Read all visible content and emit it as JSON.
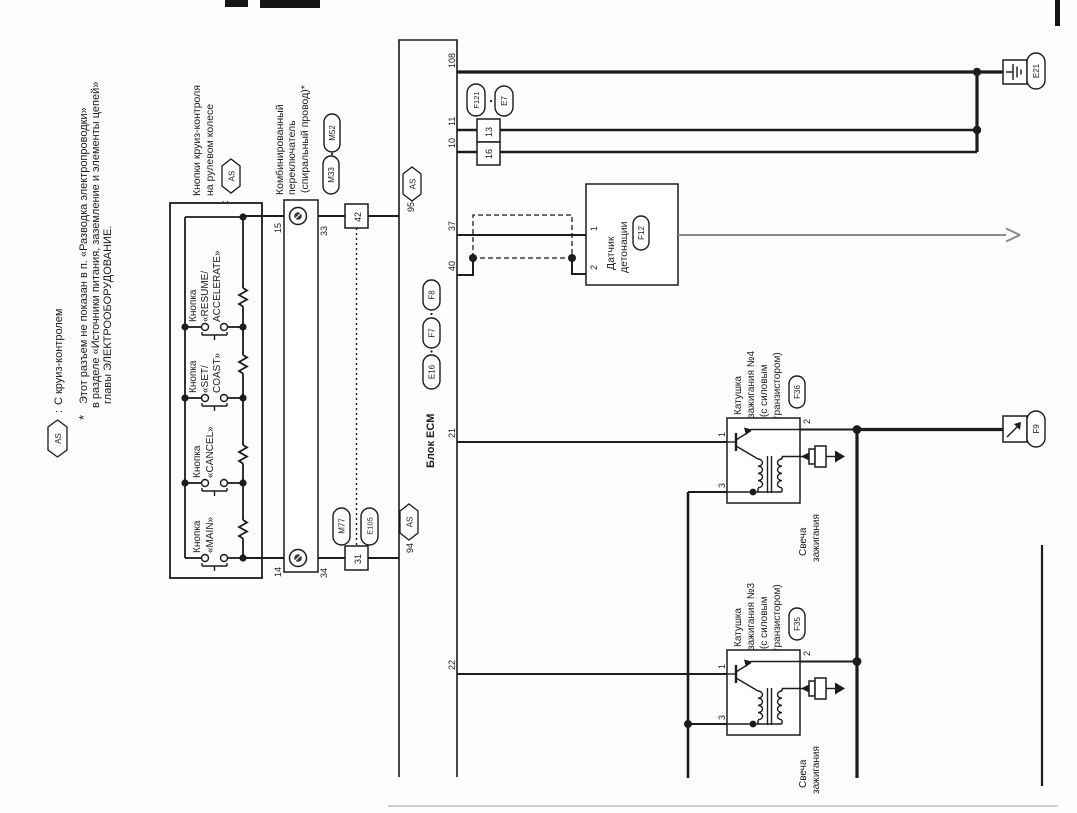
{
  "legend": {
    "as_badge": "AS",
    "colon": ":",
    "with_cruise": "С круиз-контролем",
    "star": "*",
    "note_line1": "Этот разъем не показан в п. «Разводка электропроводки»",
    "note_line2": "в разделе «Источники питания, заземление и элементы цепей»",
    "note_line3": "главы ЭЛЕКТРООБОРУДОВАНИЕ."
  },
  "steering_buttons": {
    "title_line1": "Кнопки круиз-контроля",
    "title_line2": "на рулевом колесе",
    "as_badge": "AS",
    "resume": {
      "l1": "Кнопка",
      "l2": "«RESUME/",
      "l3": "ACCELERATE»"
    },
    "set": {
      "l1": "Кнопка",
      "l2": "«SET/",
      "l3": "COAST»"
    },
    "cancel": {
      "l1": "Кнопка",
      "l2": "«CANCEL»"
    },
    "main": {
      "l1": "Кнопка",
      "l2": "«MAIN»"
    }
  },
  "spiral_switch": {
    "title_line1": "Комбинированный",
    "title_line2": "переключатель",
    "title_line3": "(спиральный провод)*",
    "conn_a": "M33",
    "conn_b": "M52",
    "pin15": "15",
    "pin33": "33",
    "pin14": "14",
    "pin34": "34",
    "inline42": "42",
    "inline31": "31",
    "conn_m77": "M77",
    "conn_e105": "E105"
  },
  "ecm": {
    "title": "Блок ECM",
    "conn_e16": "E16",
    "conn_f7": "F7",
    "conn_f8": "F8",
    "as_badge": "AS",
    "pin108": "108",
    "pin11": "11",
    "pin10": "10",
    "pin95": "95",
    "pin37": "37",
    "pin40": "40",
    "pin21": "21",
    "pin94": "94",
    "pin22": "22"
  },
  "inline_joint": {
    "pin13": "13",
    "pin16": "16",
    "conn_f121": "F121",
    "conn_e7": "E7"
  },
  "knock_sensor": {
    "line1": "Датчик",
    "line2": "детонации",
    "conn": "F12",
    "pin1": "1",
    "pin2": "2"
  },
  "ignition_coil_4": {
    "line1": "Катушка",
    "line2": "зажигания №4",
    "line3": "(с силовым",
    "line4": "транзистором)",
    "conn": "F36",
    "pin1": "1",
    "pin2": "2",
    "pin3": "3"
  },
  "ignition_coil_3": {
    "line1": "Катушка",
    "line2": "зажигания №3",
    "line3": "(с силовым",
    "line4": "транзистором)",
    "conn": "F35",
    "pin1": "1",
    "pin2": "2",
    "pin3": "3"
  },
  "spark_plug_4": {
    "line1": "Свеча",
    "line2": "зажигания"
  },
  "spark_plug_3": {
    "line1": "Свеча",
    "line2": "зажигания"
  },
  "ground": {
    "conn_e21": "E21"
  },
  "power": {
    "conn_f9": "F9"
  }
}
